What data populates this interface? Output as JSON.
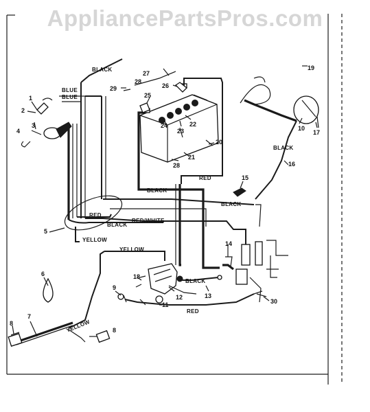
{
  "watermark": "AppliancePartsPros.com",
  "wire_labels": {
    "black_top": "BLACK",
    "blue_1": "BLUE",
    "blue_2": "BLUE",
    "black_right": "BLACK",
    "red_battery": "RED",
    "black_battery": "BLACK",
    "black_mid": "BLACK",
    "red_mid": "RED",
    "black_lower": "BLACK",
    "red_white": "RED/WHITE",
    "yellow_1": "YELLOW",
    "yellow_2": "YELLOW",
    "black_starter": "BLACK",
    "red_bottom": "RED",
    "yellow_3": "YELLOW"
  },
  "callouts": [
    "1",
    "2",
    "3",
    "4",
    "5",
    "6",
    "7",
    "8",
    "8",
    "9",
    "10",
    "11",
    "12",
    "13",
    "14",
    "15",
    "16",
    "17",
    "18",
    "19",
    "20",
    "21",
    "22",
    "23",
    "24",
    "25",
    "26",
    "27",
    "28",
    "28",
    "29",
    "30"
  ]
}
